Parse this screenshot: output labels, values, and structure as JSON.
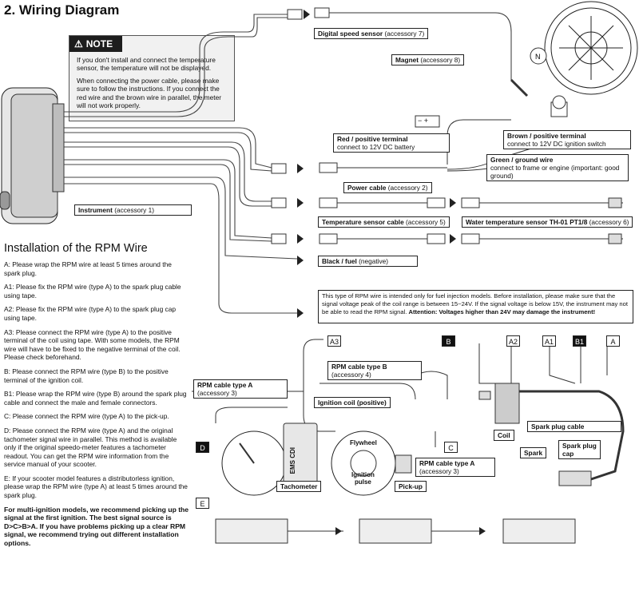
{
  "title": "2. Wiring Diagram",
  "note": {
    "heading": "NOTE",
    "para1": "If you don't install and connect the temperature sensor, the temperature will not be displayed.",
    "para2": "When connecting the power cable, please make sure to follow the instructions. If you connect the red wire and the brown wire in parallel, the meter will not work properly."
  },
  "labels": {
    "digital_speed_sensor": "Digital speed sensor",
    "digital_speed_sensor_acc": "(accessory 7)",
    "magnet": "Magnet",
    "magnet_acc": "(accessory 8)",
    "red_positive": "Red / positive terminal",
    "red_positive_sub": "connect to 12V DC battery",
    "brown_positive": "Brown / positive terminal",
    "brown_positive_sub": "connect to 12V DC ignition switch",
    "green_ground": "Green / ground wire",
    "green_ground_sub1": "connect to frame or engine (important: good",
    "green_ground_sub2": "ground)",
    "power_cable": "Power cable",
    "power_cable_acc": "(accessory 2)",
    "instrument": "Instrument",
    "instrument_acc": "(accessory 1)",
    "temp_sensor_cable": "Temperature sensor cable",
    "temp_sensor_cable_acc": "(accessory 5)",
    "water_temp_sensor": "Water temperature sensor",
    "water_temp_sensor_model": "TH-01 PT1/8",
    "water_temp_sensor_acc": "(accessory 6)",
    "black_fuel": "Black / fuel",
    "black_fuel_sub": "(negative)",
    "rpm_type_b": "RPM cable type B",
    "rpm_type_b_acc": "(accessory 4)",
    "rpm_type_a_top": "RPM cable type A",
    "rpm_type_a_top_acc": "(accessory 3)",
    "ignition_coil_pos": "Ignition coil (positive)",
    "coil": "Coil",
    "spark_plug_cable": "Spark plug cable",
    "spark": "Spark",
    "spark_plug_cap1": "Spark plug",
    "spark_plug_cap2": "cap",
    "rpm_type_a_bottom": "RPM cable type A",
    "rpm_type_a_bottom_acc": "(accessory 3)",
    "tachometer": "Tachometer",
    "pickup": "Pick-up",
    "flywheel": "Flywheel",
    "ignition_pulse1": "Ignition",
    "ignition_pulse2": "pulse",
    "ems_cdi": "EMS CDI",
    "battery_plus_minus": "− +"
  },
  "info_box": {
    "text": "This type of RPM wire is intended only for fuel injection models. Before installation, please make sure that the signal voltage peak of the coil range is between 15~24V. If the signal voltage is below 15V, the instrument may not be able to read the RPM signal.",
    "warning": "Attention: Voltages higher than 24V may damage the instrument!"
  },
  "badges": [
    "A3",
    "B",
    "A2",
    "A1",
    "B1",
    "A",
    "C",
    "D",
    "E"
  ],
  "rpm_section": {
    "heading": "Installation of the RPM Wire",
    "p_a": "A: Please wrap the RPM wire at least 5 times around the spark plug.",
    "p_a1": "A1: Please fix the RPM wire (type A) to the spark plug cable using tape.",
    "p_a2": "A2: Please fix the RPM wire (type A) to the spark plug cap using tape.",
    "p_a3": "A3: Please connect the RPM wire (type A) to the positive terminal of the coil using tape. With some models, the RPM wire will have to be fixed to the negative terminal of the coil. Please check beforehand.",
    "p_b": "B: Please connect the RPM wire (type B) to the positive terminal of the ignition coil.",
    "p_b1": "B1: Please wrap the RPM wire (type B) around the spark plug cable and connect the male and female connectors.",
    "p_c": "C: Please connect the RPM wire (type A) to the pick-up.",
    "p_d": "D: Please connect the RPM wire (type A) and the original tachometer signal wire in parallel. This method is available only if the original speedo-meter features a tachometer readout. You can get the RPM wire information from the service manual of your scooter.",
    "p_e": "E: If your scooter model features a distributorless ignition, please wrap the RPM wire (type A) at least 5 times around the spark plug.",
    "p_bold": "For multi-ignition models, we recommend picking up the signal at the first ignition. The best signal source is D>C>B>A. If you have problems picking up a clear RPM signal, we recommend trying out different installation options."
  }
}
